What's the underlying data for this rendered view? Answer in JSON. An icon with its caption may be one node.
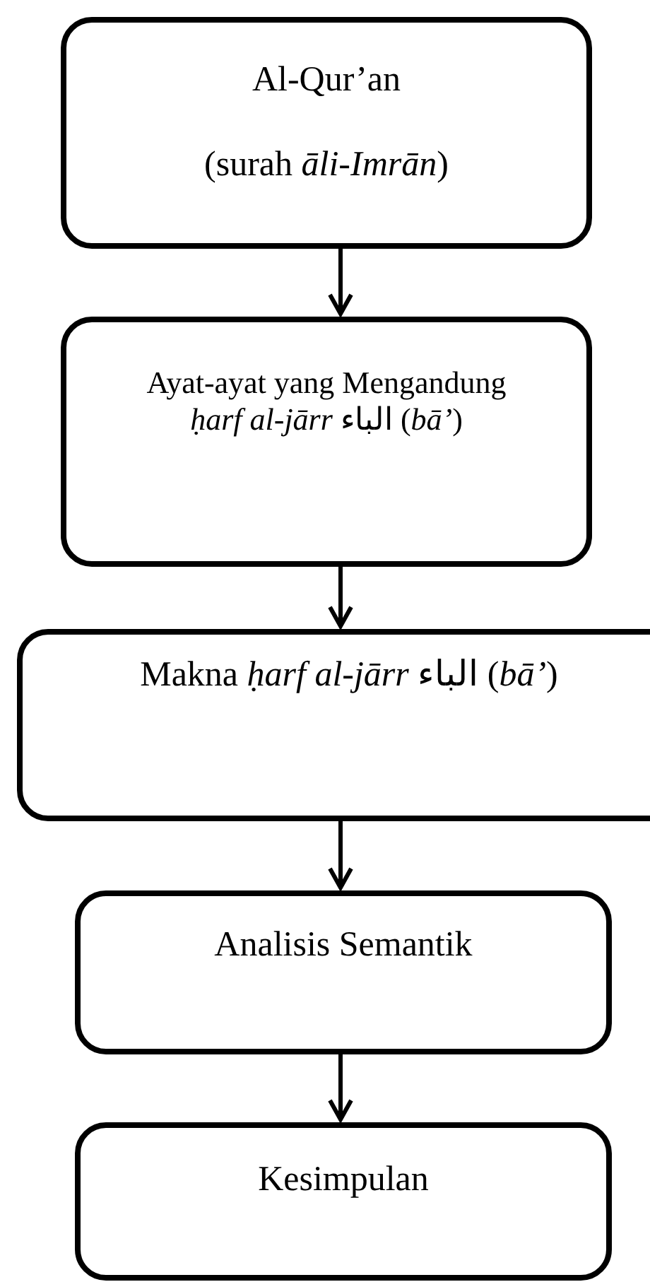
{
  "diagram": {
    "nodes": [
      {
        "text": [
          "Al-Qur’an",
          "(surah *āli-Imrān*)"
        ]
      },
      {
        "text": [
          "Ayat-ayat yang Mengandung *ḥarf al-jārr* الباء (*bā’*)"
        ]
      },
      {
        "text": [
          "Makna *ḥarf al-jārr* الباء (*bā’*)"
        ]
      },
      {
        "text": [
          "Analisis Semantik"
        ]
      },
      {
        "text": [
          "Kesimpulan"
        ]
      }
    ],
    "edges": [
      {
        "from": 0,
        "to": 1,
        "arrow": "to"
      },
      {
        "from": 1,
        "to": 2,
        "arrow": "to"
      },
      {
        "from": 2,
        "to": 3,
        "arrow": "to"
      },
      {
        "from": 3,
        "to": 4,
        "arrow": "to"
      }
    ]
  }
}
